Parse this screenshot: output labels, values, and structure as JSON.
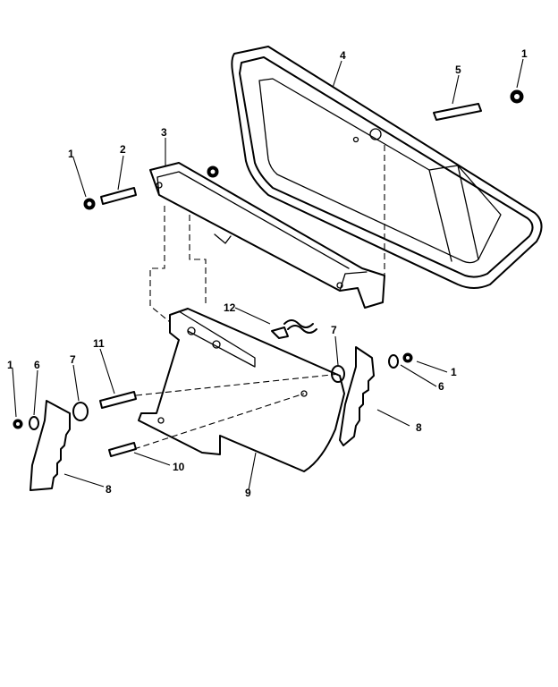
{
  "callouts": {
    "c1_top_right": "1",
    "c1_upper_left": "1",
    "c1_lower_left": "1",
    "c1_lower_right": "1",
    "c2": "2",
    "c3": "3",
    "c4": "4",
    "c5": "5",
    "c6_left": "6",
    "c6_right": "6",
    "c7_left": "7",
    "c7_right": "7",
    "c8_left": "8",
    "c8_right": "8",
    "c9": "9",
    "c10": "10",
    "c11": "11",
    "c12": "12"
  }
}
